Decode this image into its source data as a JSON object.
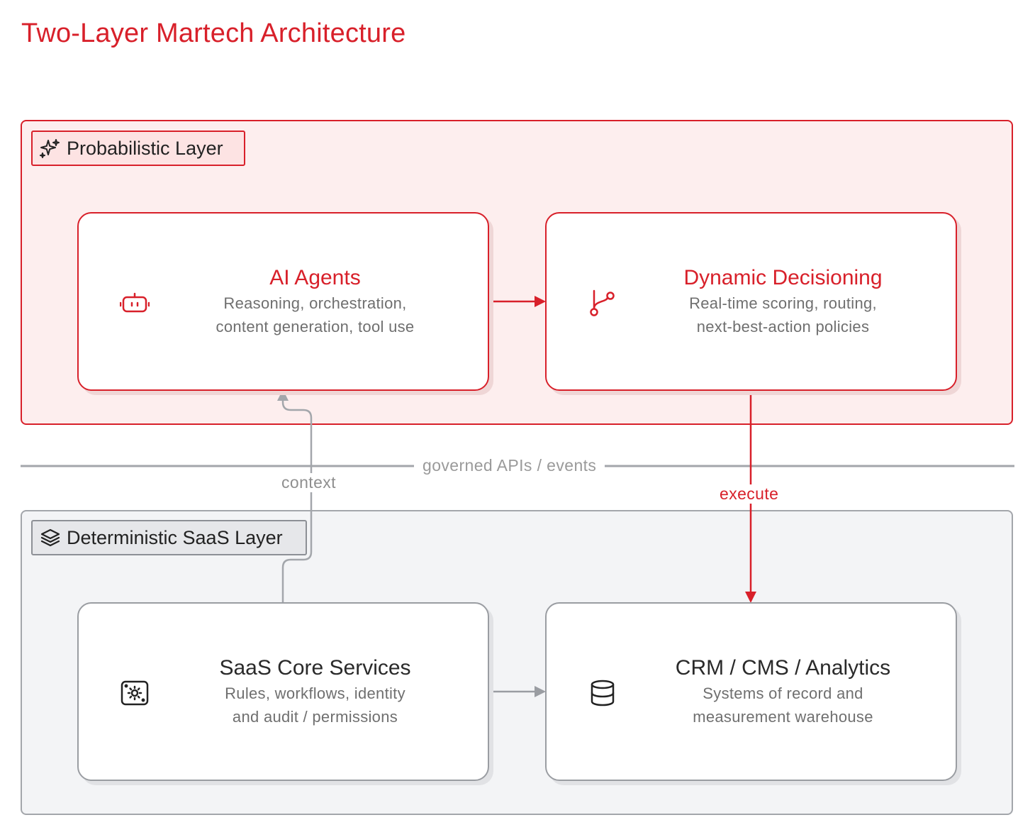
{
  "title": "Two-Layer Martech Architecture",
  "layers": {
    "probabilistic": {
      "label": "Probabilistic Layer",
      "icon": "sparkles-icon",
      "color": "#d8202a"
    },
    "deterministic": {
      "label": "Deterministic SaaS Layer",
      "icon": "layers-icon",
      "color": "#8d9096"
    }
  },
  "cards": {
    "ai_agents": {
      "title": "AI Agents",
      "subtitle_lines": [
        "Reasoning, orchestration,",
        "content generation, tool use"
      ],
      "icon": "robot-icon"
    },
    "dynamic_decisioning": {
      "title": "Dynamic Decisioning",
      "subtitle_lines": [
        "Real-time scoring, routing,",
        "next-best-action policies"
      ],
      "icon": "git-branch-icon"
    },
    "saas_core": {
      "title": "SaaS Core Services",
      "subtitle_lines": [
        "Rules, workflows, identity",
        "and audit / permissions"
      ],
      "icon": "settings-chip-icon"
    },
    "crm_cms": {
      "title": "CRM / CMS / Analytics",
      "subtitle_lines": [
        "Systems of record and",
        "measurement warehouse"
      ],
      "icon": "database-icon"
    }
  },
  "connectors": {
    "boundary_label": "governed APIs / events",
    "context_label": "context",
    "execute_label": "execute"
  },
  "colors": {
    "accent": "#d8202a",
    "gray_line": "#a3a6ab"
  }
}
